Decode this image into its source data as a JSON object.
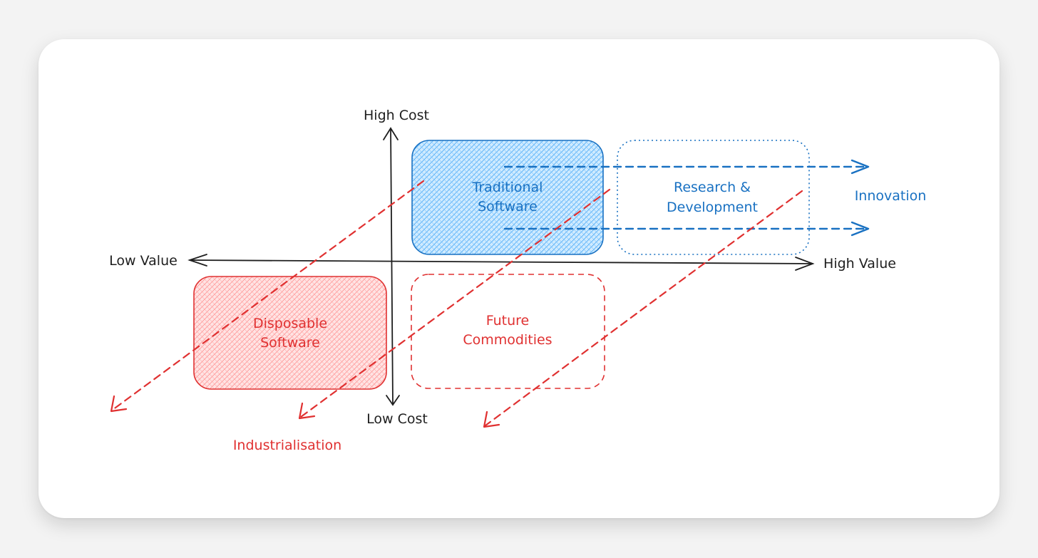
{
  "axes": {
    "top_label": "High Cost",
    "bottom_label": "Low Cost",
    "left_label": "Low Value",
    "right_label": "High Value"
  },
  "boxes": {
    "traditional": {
      "line1": "Traditional",
      "line2": "Software"
    },
    "research": {
      "line1": "Research &",
      "line2": "Development"
    },
    "disposable": {
      "line1": "Disposable",
      "line2": "Software"
    },
    "commodities": {
      "line1": "Future",
      "line2": "Commodities"
    }
  },
  "flows": {
    "innovation": "Innovation",
    "industrialisation": "Industrialisation"
  },
  "colors": {
    "ink": "#1e1e1e",
    "blue": "#1971c2",
    "blue_fill": "#a5d8ff",
    "red": "#e03131",
    "red_fill": "#ffc9c9"
  }
}
